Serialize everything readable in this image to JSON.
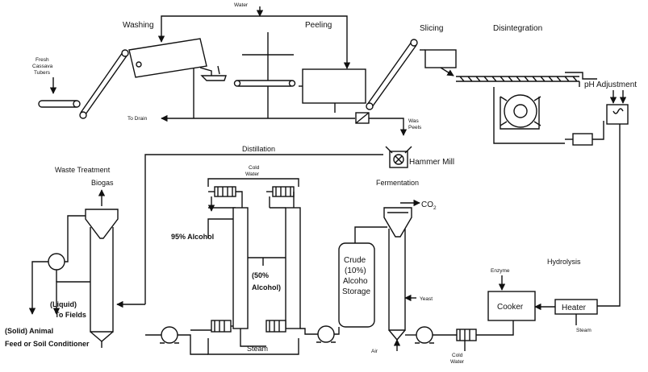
{
  "labels": {
    "water_top": "Water",
    "washing": "Washing",
    "peeling": "Peeling",
    "slicing": "Slicing",
    "disintegration": "Disintegration",
    "fresh_tubers_1": "Fresh",
    "fresh_tubers_2": "Cassava",
    "fresh_tubers_3": "Tubers",
    "to_drain": "To Drain",
    "waste_peels_1": "Was",
    "waste_peels_2": "Peels",
    "ph_adjustment": "pH Adjustment",
    "distillation": "Distillation",
    "hammer_mill": "Hammer Mill",
    "waste_treatment": "Waste Treatment",
    "biogas": "Biogas",
    "cold_water_top_1": "Cold",
    "cold_water_top_2": "Water",
    "fermentation": "Fermentation",
    "co2": "CO",
    "co2_sub": "2",
    "alcohol_95": "95% Alcohol",
    "alcohol_50_1": "(50%",
    "alcohol_50_2": "Alcohol)",
    "crude_1": "Crude",
    "crude_2": "(10%)",
    "crude_3": "Alcoho",
    "crude_4": "Storage",
    "hydrolysis": "Hydrolysis",
    "enzyme": "Enzyme",
    "yeast": "Yeast",
    "cooker": "Cooker",
    "heater": "Heater",
    "steam_right": "Steam",
    "liquid_1": "(Liquid)",
    "liquid_2": "To Fields",
    "solid_1": "(Solid) Animal",
    "solid_2": "Feed or Soil Conditioner",
    "steam_bottom": "Steam",
    "air": "Air",
    "cold_water_bottom_1": "Cold",
    "cold_water_bottom_2": "Water"
  }
}
